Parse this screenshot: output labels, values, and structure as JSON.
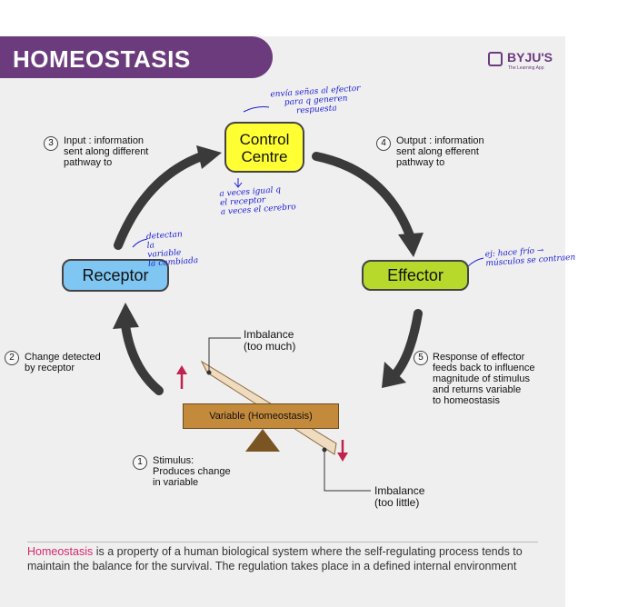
{
  "title": "HOMEOSTASIS",
  "logo": {
    "name": "BYJU'S",
    "tagline": "The Learning App"
  },
  "nodes": {
    "control_centre": "Control\nCentre",
    "receptor": "Receptor",
    "effector": "Effector"
  },
  "steps": [
    {
      "number": "1",
      "text": "Stimulus:\nProduces change\nin variable"
    },
    {
      "number": "2",
      "text": "Change detected\nby receptor"
    },
    {
      "number": "3",
      "text": "Input : information\nsent along different\npathway to"
    },
    {
      "number": "4",
      "text": "Output : information\nsent along efferent\npathway to"
    },
    {
      "number": "5",
      "text": "Response of effector\nfeeds back to influence\nmagnitude of stimulus\nand returns variable\nto homeostasis"
    }
  ],
  "seesaw": {
    "beam_label": "Variable (Homeostasis)",
    "imbalance_high": "Imbalance\n(too much)",
    "imbalance_low": "Imbalance\n(too little)"
  },
  "handwritten": {
    "control_top": "envía señas al efector\npara q generen\nrespuesta",
    "control_bottom": "a veces igual q\nel receptor\na veces el cerebro",
    "receptor": "detectan\nla\nvariable\nla cambiada",
    "effector": "ej: hace frío →\nmúsculos se contraen"
  },
  "footer": {
    "term": "Homeostasis",
    "text": " is a property of a human biological system where the self-regulating process tends to maintain the balance for the survival. The regulation takes place in a defined internal environment"
  },
  "colors": {
    "banner": "#6b3b7e",
    "control_centre": "#ffff33",
    "receptor": "#7fc6f2",
    "effector": "#b7d92b",
    "arrows": "#3a3a3a",
    "beam": "#c48a3c",
    "footer_term": "#d6286d",
    "handwriting": "#1a1ad8"
  }
}
